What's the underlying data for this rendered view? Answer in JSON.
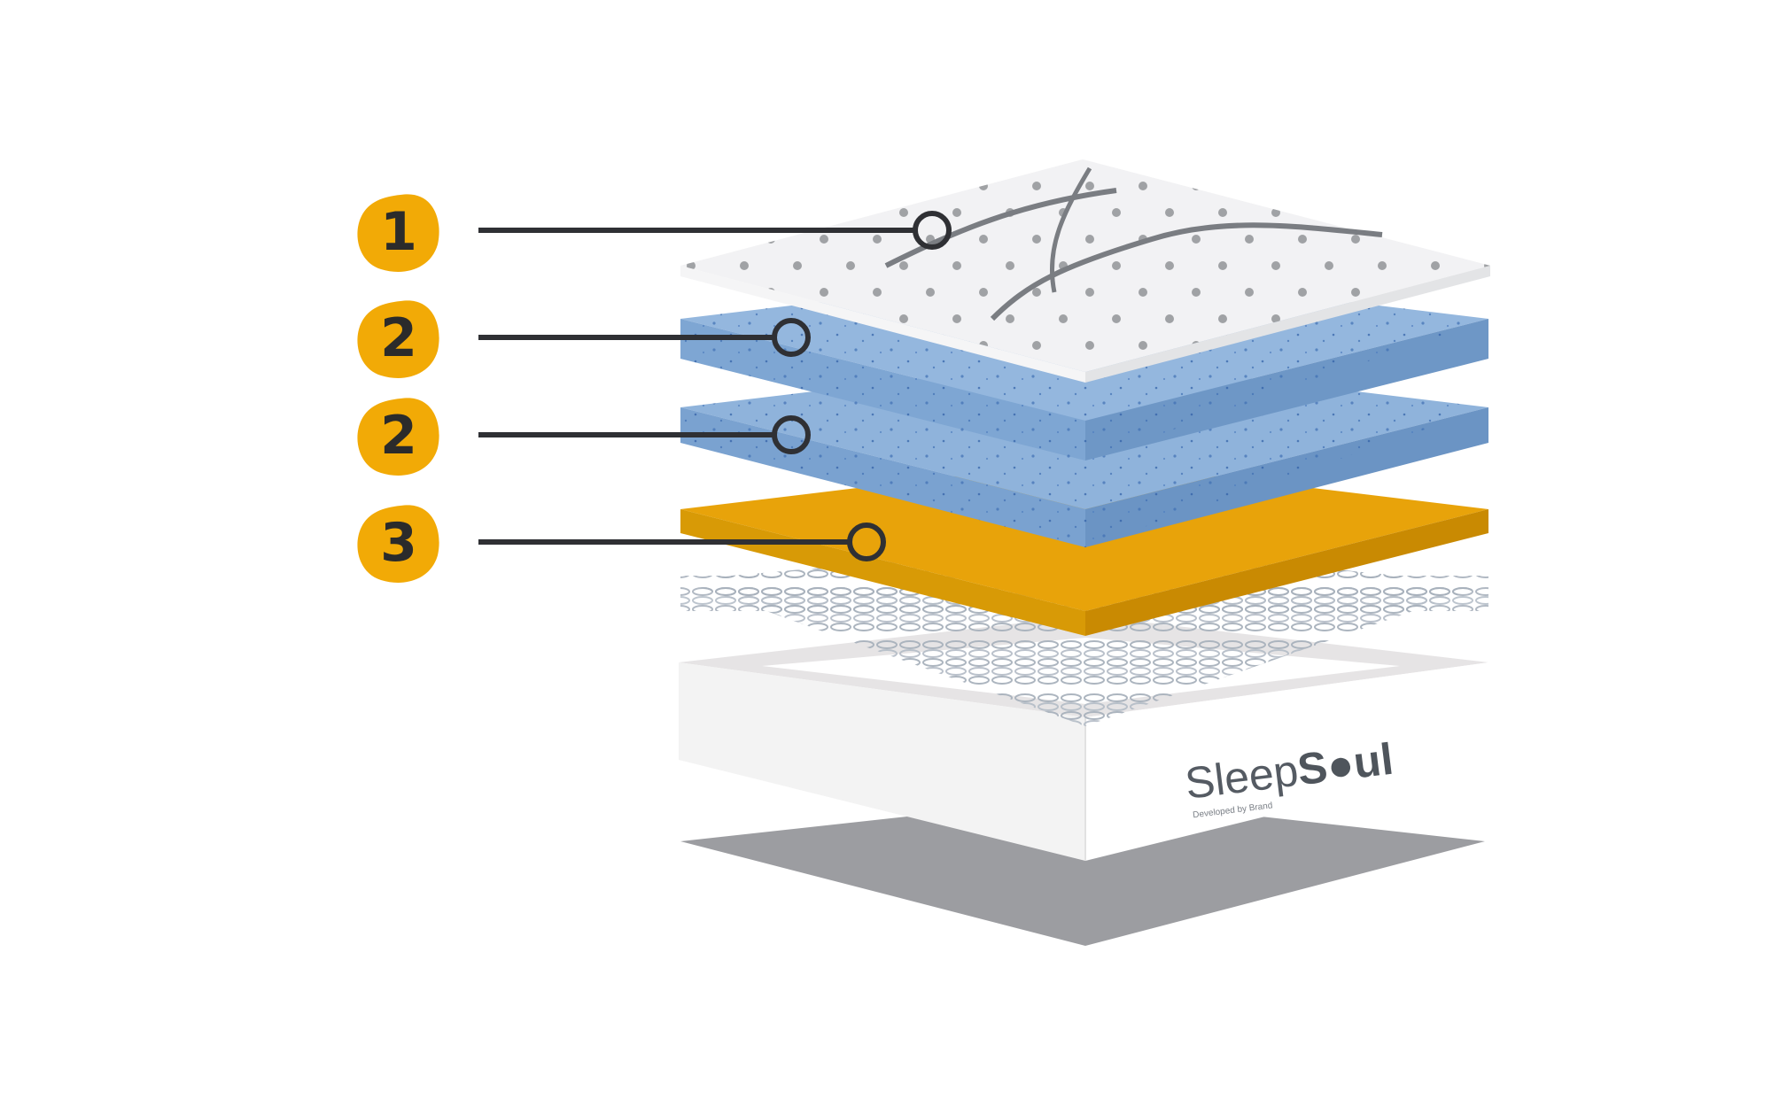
{
  "callouts": [
    {
      "number": "1"
    },
    {
      "number": "2"
    },
    {
      "number": "2"
    },
    {
      "number": "3"
    }
  ],
  "brand": {
    "name_light": "Sleep",
    "name_bold": "S",
    "name_bold_end": "ul",
    "tagline": "Developed by Brand"
  },
  "colors": {
    "badge": "#f2aa06",
    "badge_text": "#2b2b2b",
    "leader_line": "#2f3034",
    "quilt_top": "#e8e9ec",
    "blue_foam_top": "#8fb4dc",
    "blue_foam_side": "#6f98c8",
    "orange_foam_top": "#e8a40c",
    "orange_foam_side": "#d18f04",
    "spring": "#a9b3bf",
    "base_white": "#f6f6f6",
    "base_shadow": "#9a9b9f"
  }
}
